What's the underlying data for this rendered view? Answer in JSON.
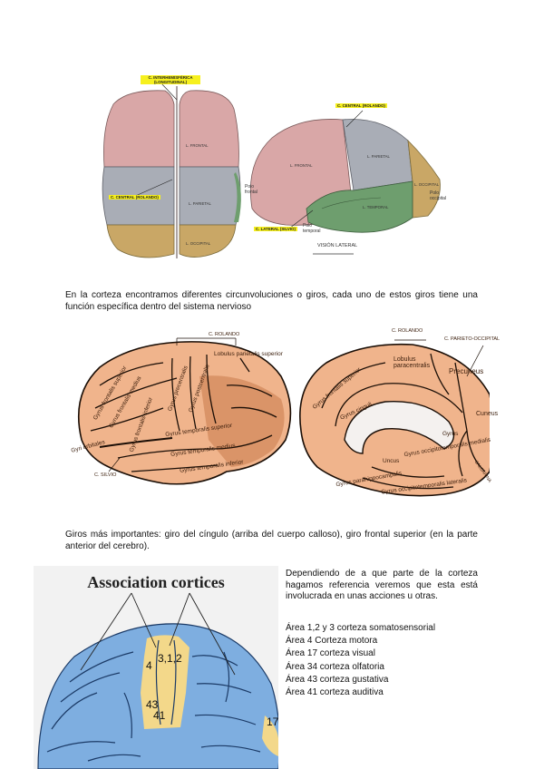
{
  "fig1": {
    "labels": {
      "interhemispheric": "C. INTERHEMISFÉRICA (LONGITUDINAL)",
      "central_top": "C. CENTRAL (ROLANDO)",
      "central_lateral": "C. CENTRAL (ROLANDO)",
      "lateral": "C. LATERAL (SILVIO)"
    },
    "lobes_top": [
      "L. FRONTAL",
      "L. PARIETAL",
      "L. OCCIPITAL"
    ],
    "lobes_lateral": [
      "L. FRONTAL",
      "L. PARIETAL",
      "L. OCCIPITAL",
      "L. TEMPORAL"
    ],
    "poles": {
      "frontal": "Polo frontal",
      "occipital": "Polo occipital",
      "temporal": "Polo temporal"
    },
    "caption": "VISIÓN LATERAL",
    "colors": {
      "frontal": "#d9a7a7",
      "parietal": "#a9adb6",
      "occipital": "#c9a766",
      "temporal": "#6e9e6e",
      "label": "#f6f01e"
    }
  },
  "para1": "En la corteza encontramos diferentes circunvoluciones o giros, cada uno de estos giros tiene una función específica dentro del sistema nervioso",
  "fig2": {
    "left_labels": {
      "rolando": "C. ROLANDO",
      "silvio": "C. SILVIO"
    },
    "left_gyri": [
      "Gyrus frontalis superior",
      "Gyrus frontalis medius",
      "Gyrus precentralis",
      "Gyrus postcentralis",
      "Lobulus parietalis superior",
      "Gyrus temporalis superior",
      "Gyrus temporalis medius",
      "Gyrus temporalis inferior",
      "Gyri orbitales",
      "Gyrus frontalis inferior"
    ],
    "right_labels": {
      "rolando": "C. ROLANDO",
      "parieto": "C. PARIETO-OCCIPITAL",
      "calcarina": "CALCARINA"
    },
    "right_gyri": [
      "Gyrus frontalis superior",
      "Lobulus paracentralis",
      "Gyrus cinguli",
      "Precuneus",
      "Cuneus",
      "Gyrus",
      "Uncus",
      "Gyrus parahippocampalis",
      "Gyrus occipitotemporalis medialis",
      "Gyrus occipitotemporalis lateralis"
    ],
    "colors": {
      "skin": "#f0b48c",
      "shade": "#c97a4a",
      "line": "#1a0e06",
      "white": "#f4f1ef"
    }
  },
  "para2": "Giros más importantes: giro del cíngulo (arriba del cuerpo calloso), giro frontal superior (en la parte anterior del cerebro).",
  "fig3": {
    "title": "Association cortices",
    "numbers": [
      "3,1,2",
      "4",
      "43",
      "41",
      "17"
    ],
    "colors": {
      "brain": "#7eaee0",
      "band": "#f3d88a",
      "bg": "#f2f2f2",
      "outline": "#1b3a66"
    }
  },
  "para3": "Dependiendo de a que parte de la corteza hagamos referencia veremos que esta está involucrada en unas acciones u otras.",
  "areas": [
    "Área 1,2 y 3 corteza somatosensorial",
    "Área 4 Corteza motora",
    "Área 17 corteza visual",
    "Área 34 corteza olfatoria",
    "Área 43 corteza gustativa",
    "Área 41 corteza auditiva"
  ]
}
